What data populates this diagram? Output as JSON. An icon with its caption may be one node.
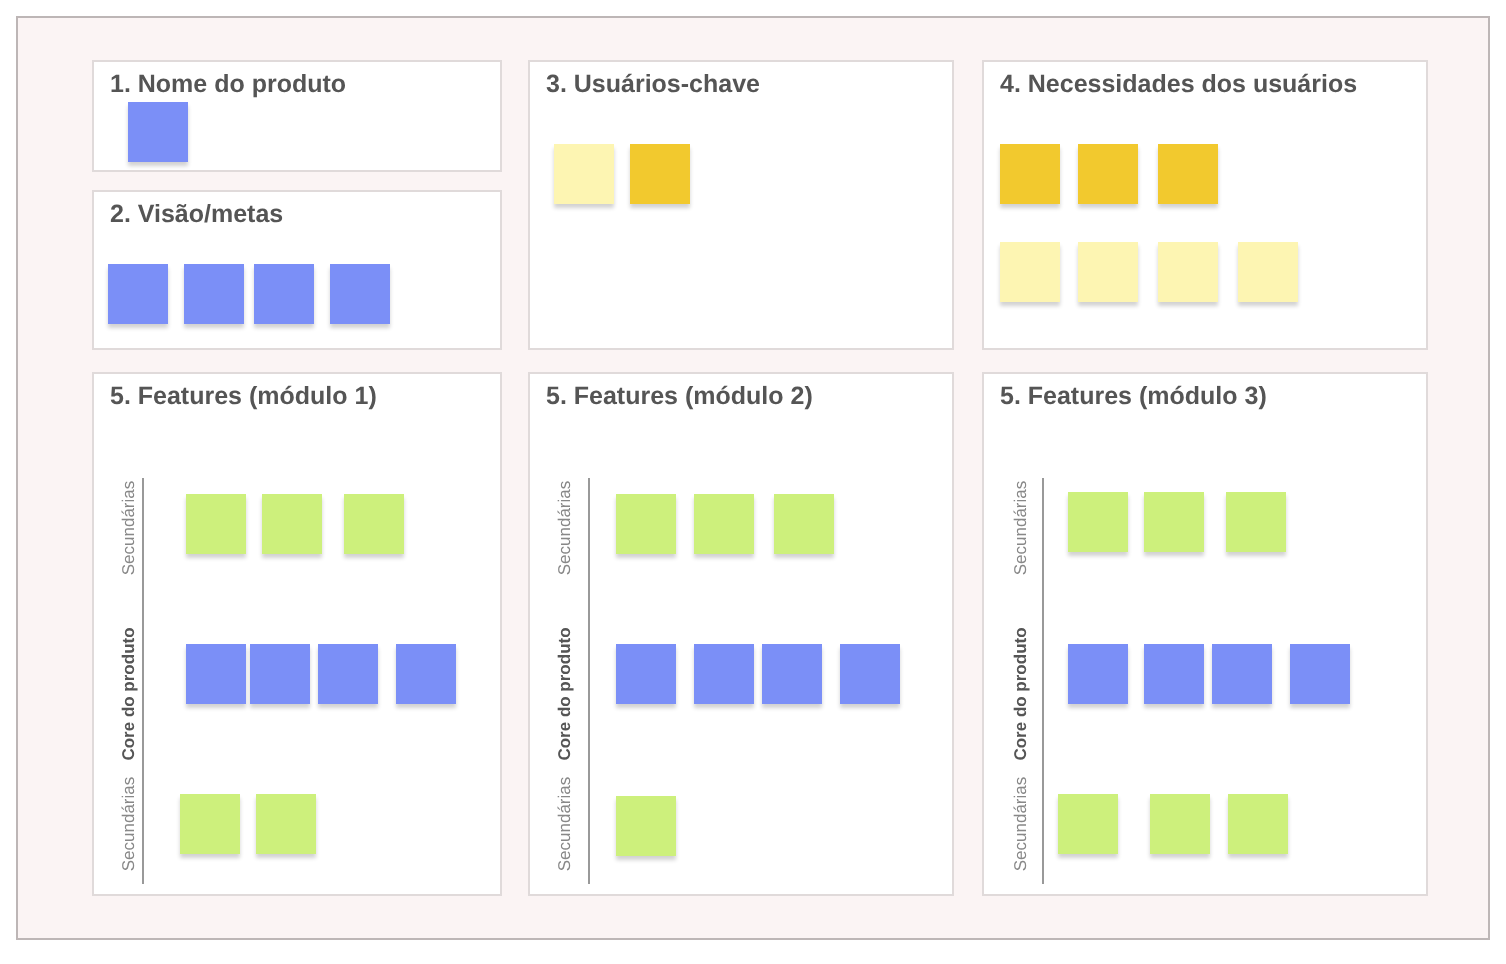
{
  "diagram": {
    "nodes": [
      {
        "text": [
          "1. Nome do produto"
        ]
      },
      {
        "text": [],
        "shape": "box",
        "in": 0
      },
      {
        "text": [
          "2. Visão/metas"
        ]
      },
      {
        "text": [],
        "shape": "box",
        "in": 2
      },
      {
        "text": [],
        "shape": "box",
        "in": 2
      },
      {
        "text": [],
        "shape": "box",
        "in": 2
      },
      {
        "text": [],
        "shape": "box",
        "in": 2
      },
      {
        "text": [
          "3. Usuários-chave"
        ]
      },
      {
        "text": [],
        "shape": "box",
        "in": 7
      },
      {
        "text": [],
        "shape": "box",
        "in": 7
      },
      {
        "text": [
          "4. Necessidades dos usuários"
        ]
      },
      {
        "text": [],
        "shape": "box",
        "in": 10
      },
      {
        "text": [],
        "shape": "box",
        "in": 10
      },
      {
        "text": [],
        "shape": "box",
        "in": 10
      },
      {
        "text": [],
        "shape": "box",
        "in": 10
      },
      {
        "text": [],
        "shape": "box",
        "in": 10
      },
      {
        "text": [],
        "shape": "box",
        "in": 10
      },
      {
        "text": [],
        "shape": "box",
        "in": 10
      },
      {
        "text": [
          "5. Features (módulo 1)"
        ]
      },
      {
        "text": [],
        "shape": "box",
        "in": 18
      },
      {
        "text": [],
        "shape": "box",
        "in": 18
      },
      {
        "text": [],
        "shape": "box",
        "in": 18
      },
      {
        "text": [],
        "shape": "box",
        "in": 18
      },
      {
        "text": [],
        "shape": "box",
        "in": 18
      },
      {
        "text": [],
        "shape": "box",
        "in": 18
      },
      {
        "text": [],
        "shape": "box",
        "in": 18
      },
      {
        "text": [],
        "shape": "box",
        "in": 18
      },
      {
        "text": [],
        "shape": "box",
        "in": 18
      },
      {
        "text": [
          "5. Features (módulo 2)"
        ]
      },
      {
        "text": [],
        "shape": "box",
        "in": 28
      },
      {
        "text": [],
        "shape": "box",
        "in": 28
      },
      {
        "text": [],
        "shape": "box",
        "in": 28
      },
      {
        "text": [],
        "shape": "box",
        "in": 28
      },
      {
        "text": [],
        "shape": "box",
        "in": 28
      },
      {
        "text": [],
        "shape": "box",
        "in": 28
      },
      {
        "text": [],
        "shape": "box",
        "in": 28
      },
      {
        "text": [],
        "shape": "box",
        "in": 28
      },
      {
        "text": [
          "5. Features (módulo 3)"
        ]
      },
      {
        "text": [],
        "shape": "box",
        "in": 37
      },
      {
        "text": [],
        "shape": "box",
        "in": 37
      },
      {
        "text": [],
        "shape": "box",
        "in": 37
      },
      {
        "text": [],
        "shape": "box",
        "in": 37
      },
      {
        "text": [],
        "shape": "box",
        "in": 37
      },
      {
        "text": [],
        "shape": "box",
        "in": 37
      },
      {
        "text": [],
        "shape": "box",
        "in": 37
      },
      {
        "text": [],
        "shape": "box",
        "in": 37
      },
      {
        "text": [],
        "shape": "box",
        "in": 37
      },
      {
        "text": [],
        "shape": "box",
        "in": 37
      }
    ],
    "labels": [
      "Secundárias",
      "Core do produto",
      "Secundárias",
      "Secundárias",
      "Core do produto",
      "Secundárias",
      "Secundárias",
      "Core do produto",
      "Secundárias"
    ]
  }
}
